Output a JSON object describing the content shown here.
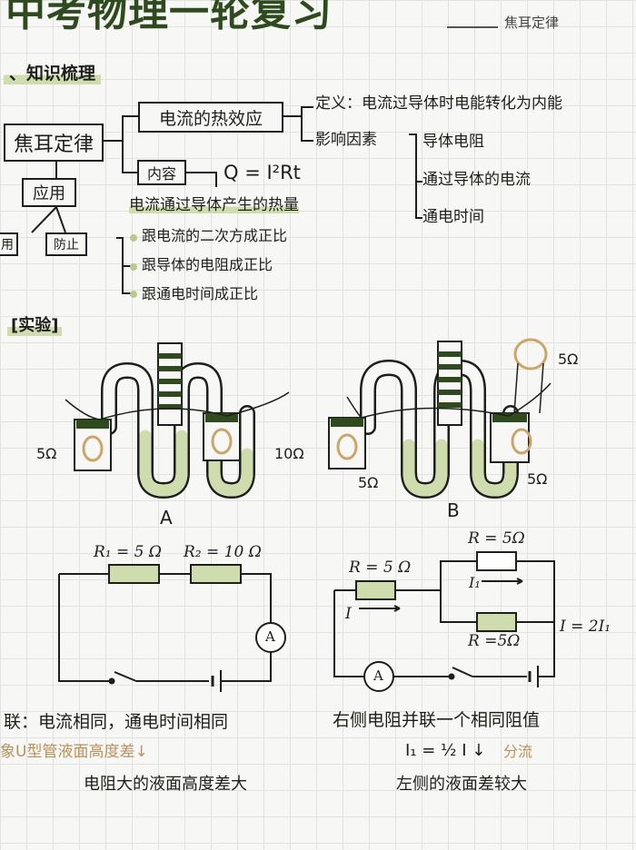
{
  "header": {
    "title": "中考物理一轮复习",
    "subtitle": "焦耳定律"
  },
  "mindmap": {
    "section": "、知识梳理",
    "root": "焦耳定律",
    "branch_effect": "电流的热效应",
    "branch_content": "内容",
    "branch_apply": "应用",
    "apply_use": "用",
    "apply_prevent": "防止",
    "definition": "定义：电流过导体时电能转化为内能",
    "factors_label": "影响因素",
    "factors": [
      "导体电阻",
      "通过导体的电流",
      "通电时间"
    ],
    "formula": "Q = I²Rt",
    "heat_desc": "电流通过导体产生的热量",
    "proportions": [
      "跟电流的二次方成正比",
      "跟导体的电阻成正比",
      "跟通电时间成正比"
    ]
  },
  "experiment": {
    "section": "[实验]",
    "a": {
      "label": "A",
      "left_r": "5Ω",
      "right_r": "10Ω"
    },
    "b": {
      "label": "B",
      "left_r": "5Ω",
      "right_r": "5Ω",
      "top_r": "5Ω"
    }
  },
  "circuits": {
    "c1": {
      "r1": "R₁ = 5 Ω",
      "r2": "R₂ = 10 Ω",
      "meter": "A"
    },
    "c2": {
      "r_left": "R = 5 Ω",
      "r_top": "R = 5Ω",
      "r_bottom": "R =5Ω",
      "i_main": "I",
      "i_branch": "I₁",
      "relation": "I = 2I₁",
      "meter": "A"
    }
  },
  "notes": {
    "left_line1": "联：电流相同，通电时间相同",
    "left_line2": "象U型管液面高度差↓",
    "left_line3": "电阻大的液面高度差大",
    "right_line1": "右侧电阻并联一个相同阻值",
    "right_line2": "I₁ = ½ I ↓",
    "right_line2b": "分流",
    "right_line3": "左侧的液面差较大"
  },
  "colors": {
    "green": "#2f4a1f",
    "light_green": "#cfdcae",
    "mid_green": "#8ea35f",
    "tan": "#c9a66b"
  }
}
